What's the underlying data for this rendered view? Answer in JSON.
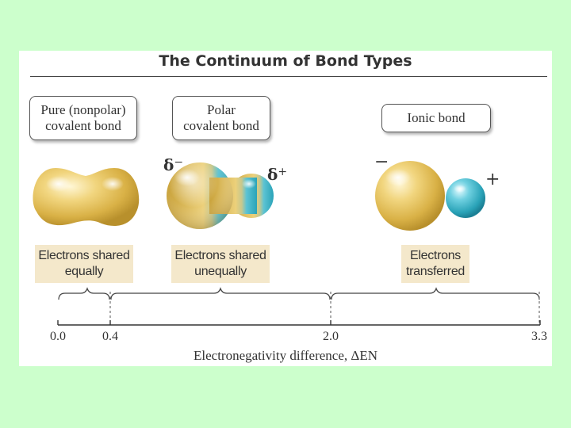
{
  "title": "The Continuum of Bond Types",
  "bond_types": [
    {
      "label_line1": "Pure (nonpolar)",
      "label_line2": "covalent bond",
      "desc_line1": "Electrons shared",
      "desc_line2": "equally"
    },
    {
      "label_line1": "Polar",
      "label_line2": "covalent bond",
      "desc_line1": "Electrons shared",
      "desc_line2": "unequally"
    },
    {
      "label_line1": "Ionic bond",
      "label_line2": "",
      "desc_line1": "Electrons",
      "desc_line2": "transferred"
    }
  ],
  "charges": {
    "polar_negative": "δ",
    "polar_negative_sup": "−",
    "polar_positive": "δ",
    "polar_positive_sup": "+",
    "ionic_negative": "−",
    "ionic_positive": "+"
  },
  "axis": {
    "ticks": [
      "0.0",
      "0.4",
      "2.0",
      "3.3"
    ],
    "label": "Electronegativity difference, ΔEN"
  },
  "colors": {
    "gold": "#e6c35a",
    "teal": "#3bb3c8",
    "desc_bg": "#f4e8cb",
    "page_bg": "#ccffcc"
  }
}
